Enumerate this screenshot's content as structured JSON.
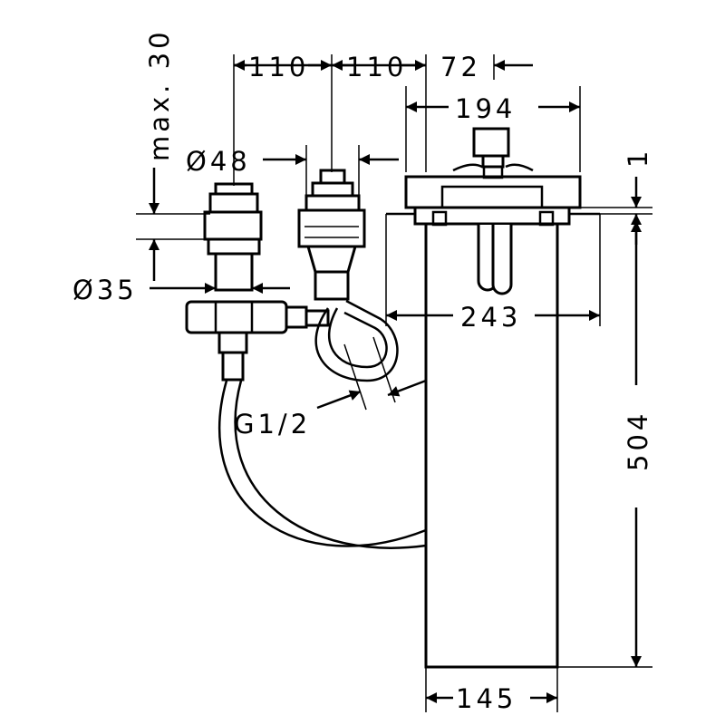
{
  "dimensions": {
    "max_30": "max. 30",
    "d110_left": "110",
    "d110_right": "110",
    "d72": "72",
    "d194": "194",
    "d48": "Ø48",
    "d1": "1",
    "d35": "Ø35",
    "d243": "243",
    "g12": "G1/2",
    "d504": "504",
    "d145": "145"
  }
}
